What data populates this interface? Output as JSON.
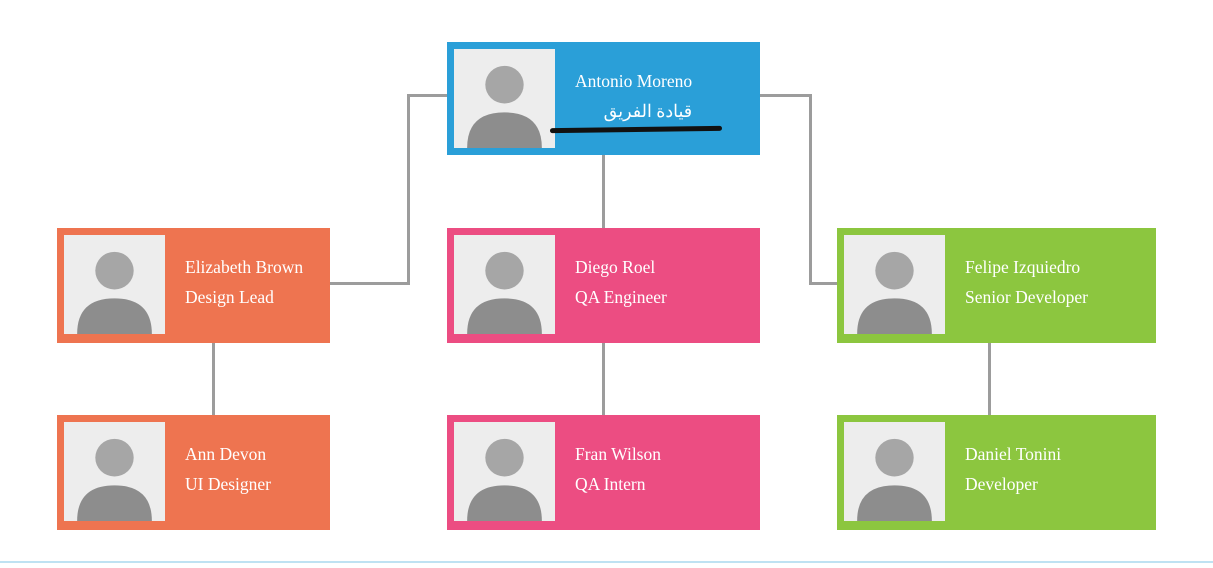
{
  "org_chart": {
    "connector_color": "#9c9c9c",
    "footer_line_color": "#bfe2f2",
    "annotation": {
      "type": "hand-drawn-underline",
      "color": "#111111",
      "under": "قيادة الفريق"
    },
    "nodes": [
      {
        "id": "antonio",
        "name": "Antonio Moreno",
        "title": "قيادة الفريق",
        "color": "#2a9fd8",
        "reports_to": null,
        "title_underlined": true
      },
      {
        "id": "elizabeth",
        "name": "Elizabeth Brown",
        "title": "Design Lead",
        "color": "#ee7450",
        "reports_to": "antonio",
        "title_underlined": false
      },
      {
        "id": "diego",
        "name": "Diego Roel",
        "title": "QA Engineer",
        "color": "#ec4d82",
        "reports_to": "antonio",
        "title_underlined": false
      },
      {
        "id": "felipe",
        "name": "Felipe Izquiedro",
        "title": "Senior Developer",
        "color": "#8cc63f",
        "reports_to": "antonio",
        "title_underlined": false
      },
      {
        "id": "ann",
        "name": "Ann Devon",
        "title": "UI Designer",
        "color": "#ee7450",
        "reports_to": "elizabeth",
        "title_underlined": false
      },
      {
        "id": "fran",
        "name": "Fran Wilson",
        "title": "QA Intern",
        "color": "#ec4d82",
        "reports_to": "diego",
        "title_underlined": false
      },
      {
        "id": "daniel",
        "name": "Daniel Tonini",
        "title": "Developer",
        "color": "#8cc63f",
        "reports_to": "felipe",
        "title_underlined": false
      }
    ]
  }
}
